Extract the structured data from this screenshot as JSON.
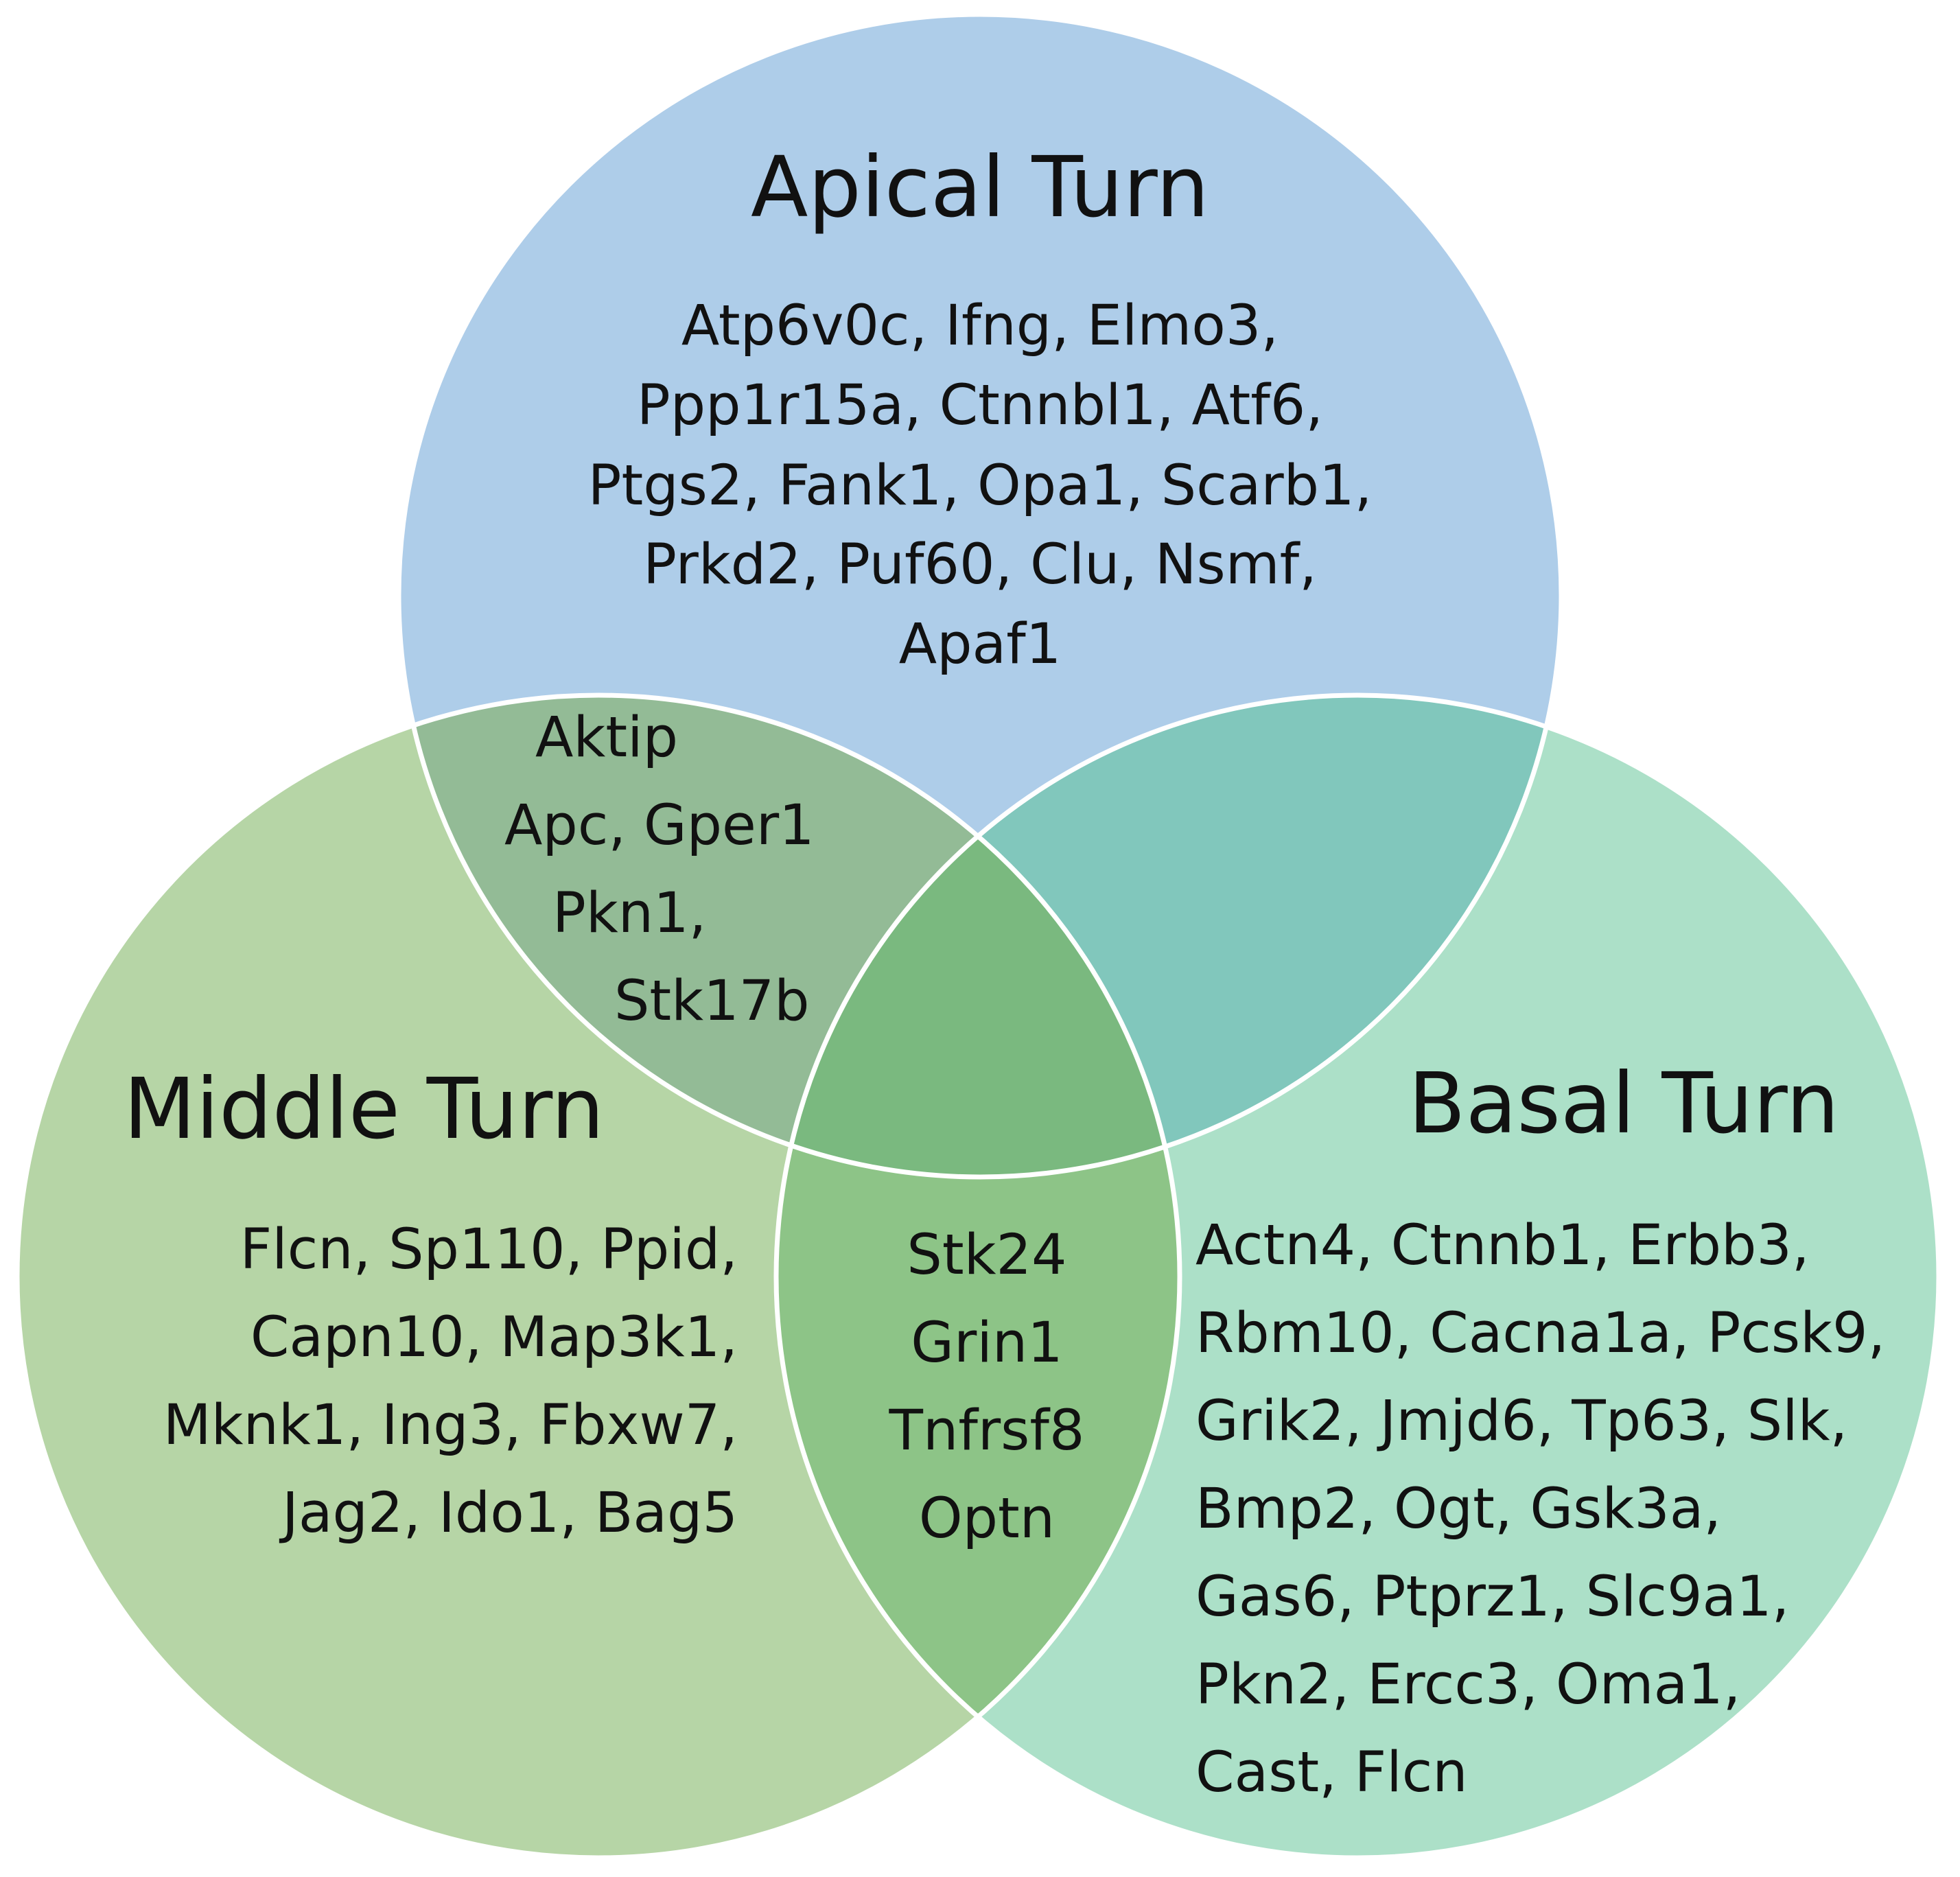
{
  "sets": [
    {
      "id": "apical",
      "label": "Apical Turn",
      "color": "#aecde9"
    },
    {
      "id": "middle",
      "label": "Middle Turn",
      "color": "#b6d5a6"
    },
    {
      "id": "basal",
      "label": "Basal Turn",
      "color": "#ace0c8"
    }
  ],
  "overlap_colors": {
    "apical_middle": "#93bb96",
    "apical_basal": "#81c7bc",
    "middle_basal": "#8dc487",
    "all": "#7ab97f"
  },
  "regions": {
    "apical_only": {
      "lines": [
        "Atp6v0c, Ifng, Elmo3,",
        "Ppp1r15a, Ctnnbl1, Atf6,",
        "Ptgs2, Fank1, Opa1, Scarb1,",
        "Prkd2, Puf60, Clu, Nsmf,",
        "Apaf1"
      ]
    },
    "apical_middle": {
      "lines": [
        "Aktip",
        "Apc, Gper1",
        "Pkn1,",
        "Stk17b"
      ]
    },
    "middle_only": {
      "lines": [
        "Flcn, Sp110, Ppid,",
        "Capn10, Map3k1,",
        "Mknk1, Ing3, Fbxw7,",
        "Jag2, Ido1, Bag5"
      ]
    },
    "middle_basal": {
      "lines": [
        "Stk24",
        "Grin1",
        "Tnfrsf8",
        "Optn"
      ]
    },
    "basal_only": {
      "lines": [
        "Actn4, Ctnnb1, Erbb3,",
        "Rbm10, Cacna1a, Pcsk9,",
        "Grik2, Jmjd6, Tp63, Slk,",
        "Bmp2, Ogt, Gsk3a,",
        "Gas6, Ptprz1, Slc9a1,",
        "Pkn2, Ercc3, Oma1,",
        "Cast, Flcn"
      ]
    }
  }
}
